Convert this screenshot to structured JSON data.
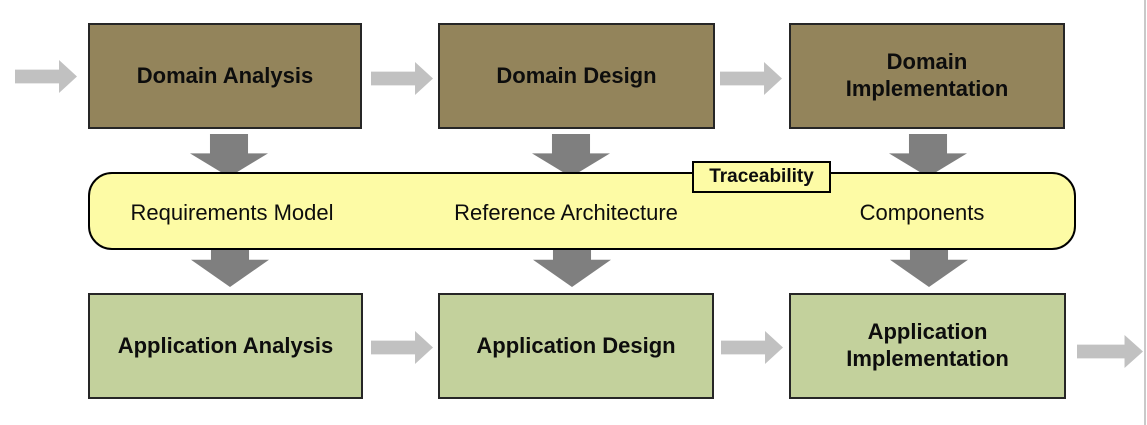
{
  "top_row": {
    "fill": "#93845B",
    "border_color": "#262626",
    "boxes": [
      {
        "label": "Domain Analysis"
      },
      {
        "label": "Domain Design"
      },
      {
        "label": "Domain Implementation"
      }
    ]
  },
  "middle_band": {
    "fill": "#FDFBA5",
    "border_color": "#000000",
    "labels": [
      {
        "text": "Requirements Model"
      },
      {
        "text": "Reference Architecture"
      },
      {
        "text": "Components"
      }
    ],
    "tag": {
      "label": "Traceability"
    }
  },
  "bottom_row": {
    "fill": "#C3D19C",
    "border_color": "#262626",
    "boxes": [
      {
        "label": "Application Analysis"
      },
      {
        "label": "Application Design"
      },
      {
        "label": "Application Implementation"
      }
    ]
  },
  "colors": {
    "down_arrow": "#7f7f7f",
    "right_arrow": "#c1c1c1",
    "page_edge_line": "#c9c9c9"
  }
}
